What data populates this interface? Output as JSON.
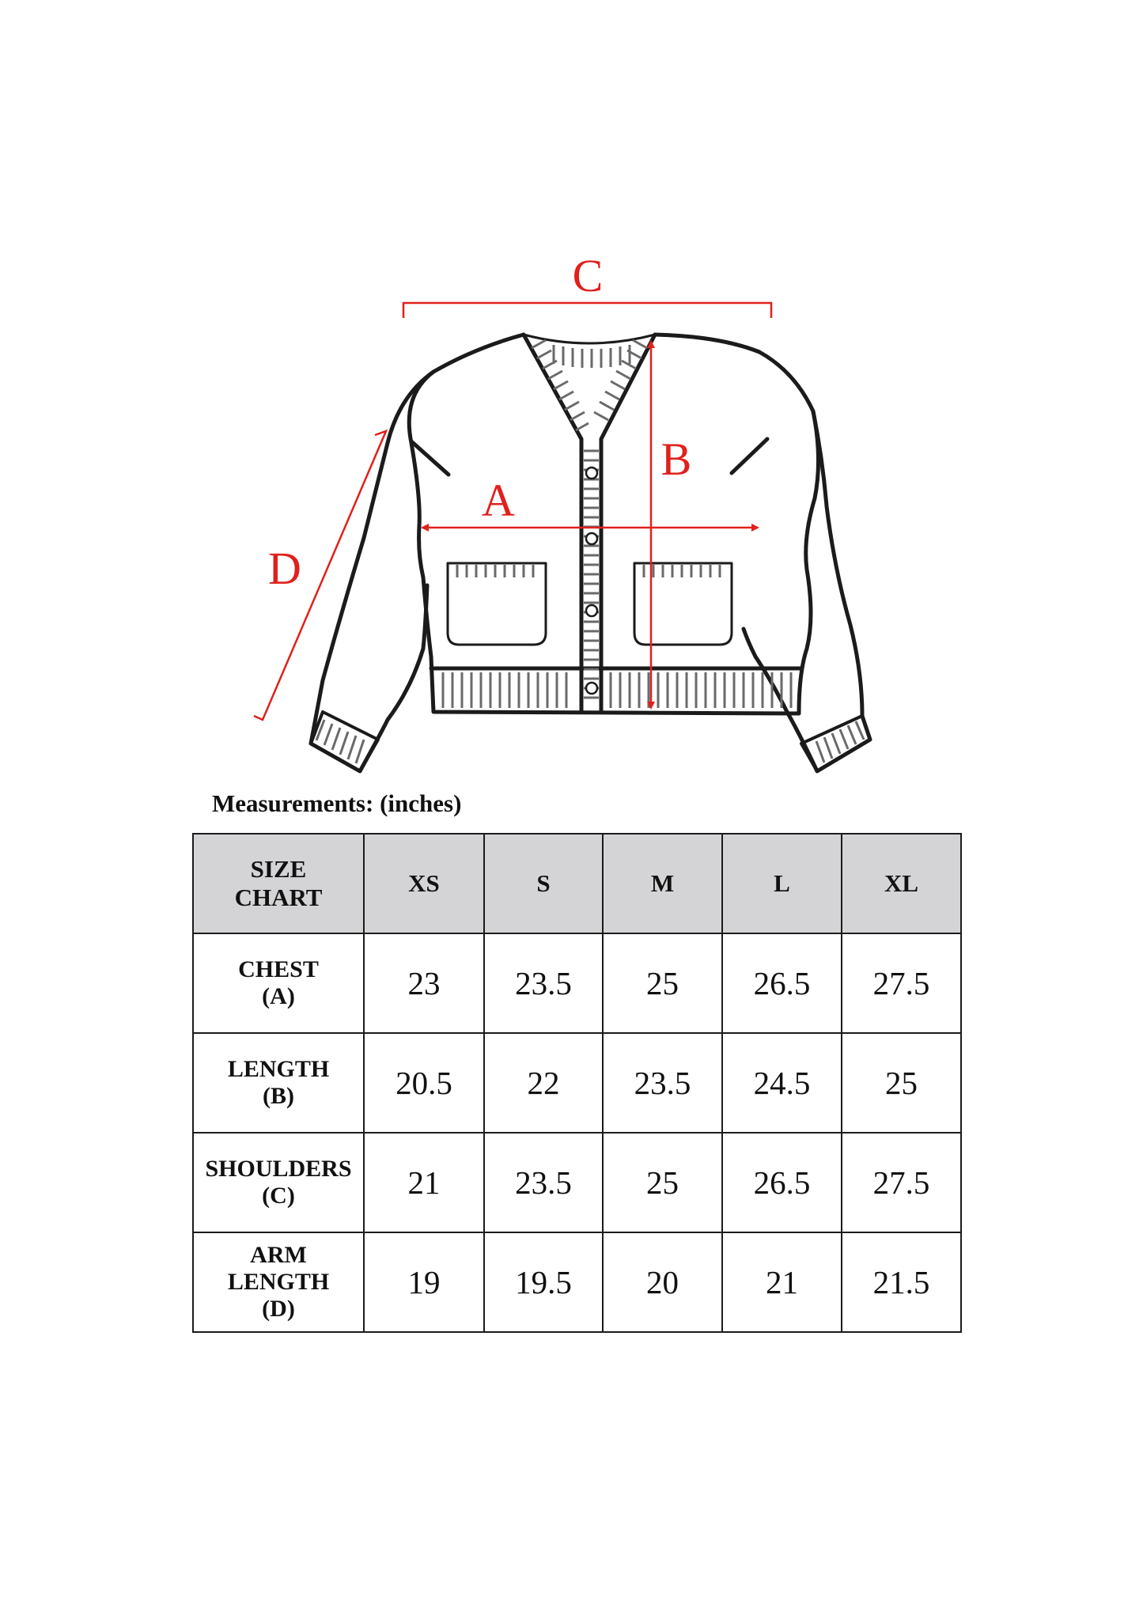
{
  "colors": {
    "accent": "#e0201c",
    "outline": "#1b1b1b",
    "rib": "#6a6a6a",
    "header_bg": "#d4d4d6"
  },
  "diagram": {
    "labels": {
      "a": "A",
      "b": "B",
      "c": "C",
      "d": "D"
    }
  },
  "caption": "Measurements: (inches)",
  "table": {
    "corner": [
      "SIZE",
      "CHART"
    ],
    "sizes": [
      "XS",
      "S",
      "M",
      "L",
      "XL"
    ],
    "rows": [
      {
        "label": [
          "CHEST",
          "(A)"
        ],
        "values": [
          "23",
          "23.5",
          "25",
          "26.5",
          "27.5"
        ]
      },
      {
        "label": [
          "LENGTH",
          "(B)"
        ],
        "values": [
          "20.5",
          "22",
          "23.5",
          "24.5",
          "25"
        ]
      },
      {
        "label": [
          "SHOULDERS",
          "(C)"
        ],
        "values": [
          "21",
          "23.5",
          "25",
          "26.5",
          "27.5"
        ]
      },
      {
        "label": [
          "ARM",
          "LENGTH",
          "(D)"
        ],
        "values": [
          "19",
          "19.5",
          "20",
          "21",
          "21.5"
        ]
      }
    ]
  }
}
